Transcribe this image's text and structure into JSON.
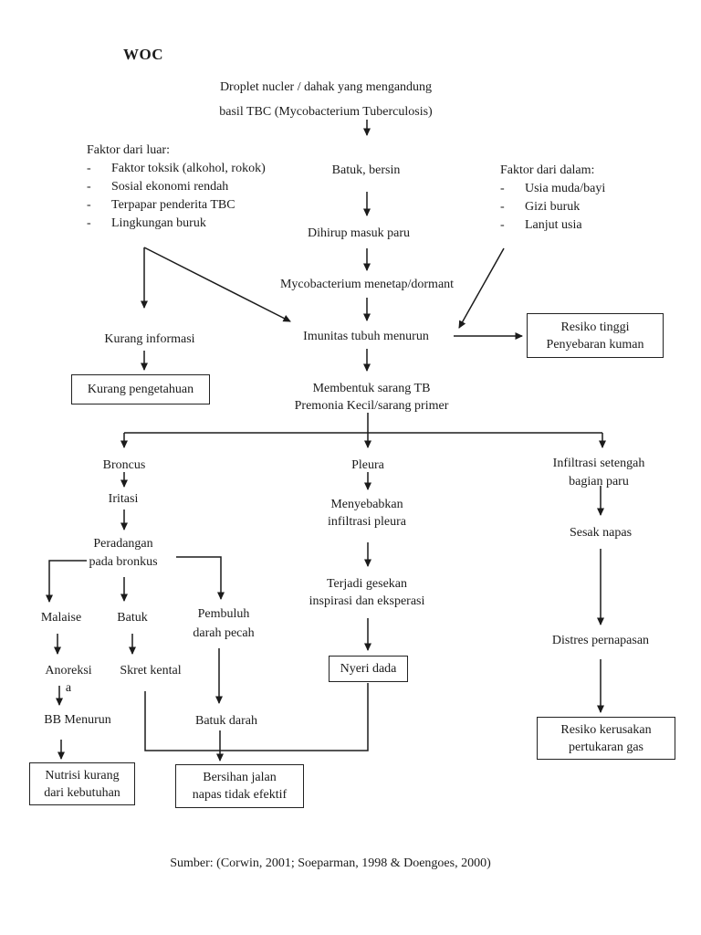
{
  "page": {
    "title": "WOC",
    "source": "Sumber: (Corwin, 2001; Soeparman, 1998 & Doengoes, 2000)",
    "ink_color": "#1b1b1b"
  },
  "bullet": "-",
  "factors_outer": {
    "heading": "Faktor dari luar:",
    "items": [
      "Faktor toksik (alkohol, rokok)",
      "Sosial ekonomi rendah",
      "Terpapar penderita TBC",
      "Lingkungan buruk"
    ]
  },
  "factors_inner": {
    "heading": "Faktor dari dalam:",
    "items": [
      "Usia muda/bayi",
      "Gizi buruk",
      "Lanjut usia"
    ]
  },
  "nodes": {
    "droplet": "Droplet nucler / dahak yang mengandung\nbasil TBC (Mycobacterium Tuberculosis)",
    "batuk_bersin": "Batuk, bersin",
    "dihirup": "Dihirup masuk paru",
    "mycobacterium": "Mycobacterium menetap/dormant",
    "imunitas": "Imunitas tubuh menurun",
    "kurang_informasi": "Kurang informasi",
    "kurang_pengetahuan": "Kurang pengetahuan",
    "resiko_tinggi": "Resiko tinggi\nPenyebaran kuman",
    "membentuk": "Membentuk sarang TB\nPremonia Kecil/sarang primer",
    "broncus": "Broncus",
    "pleura": "Pleura",
    "infiltrasi": "Infiltrasi setengah\nbagian paru",
    "iritasi": "Iritasi",
    "peradangan": "Peradangan\npada bronkus",
    "malaise": "Malaise",
    "batuk": "Batuk",
    "pembuluh": "Pembuluh\ndarah pecah",
    "anoreksi": "Anoreksi\na",
    "skret_kental": "Skret kental",
    "bb_menurun": "BB Menurun",
    "batuk_darah": "Batuk darah",
    "nutrisi_kurang": "Nutrisi kurang\ndari kebutuhan",
    "bersihan_jalan": "Bersihan jalan\nnapas tidak efektif",
    "menyebabkan": "Menyebabkan\ninfiltrasi pleura",
    "terjadi_gesekan": "Terjadi gesekan\ninspirasi dan eksperasi",
    "nyeri_dada": "Nyeri dada",
    "sesak_napas": "Sesak napas",
    "distres": "Distres pernapasan",
    "resiko_kerusakan": "Resiko kerusakan\npertukaran gas"
  }
}
